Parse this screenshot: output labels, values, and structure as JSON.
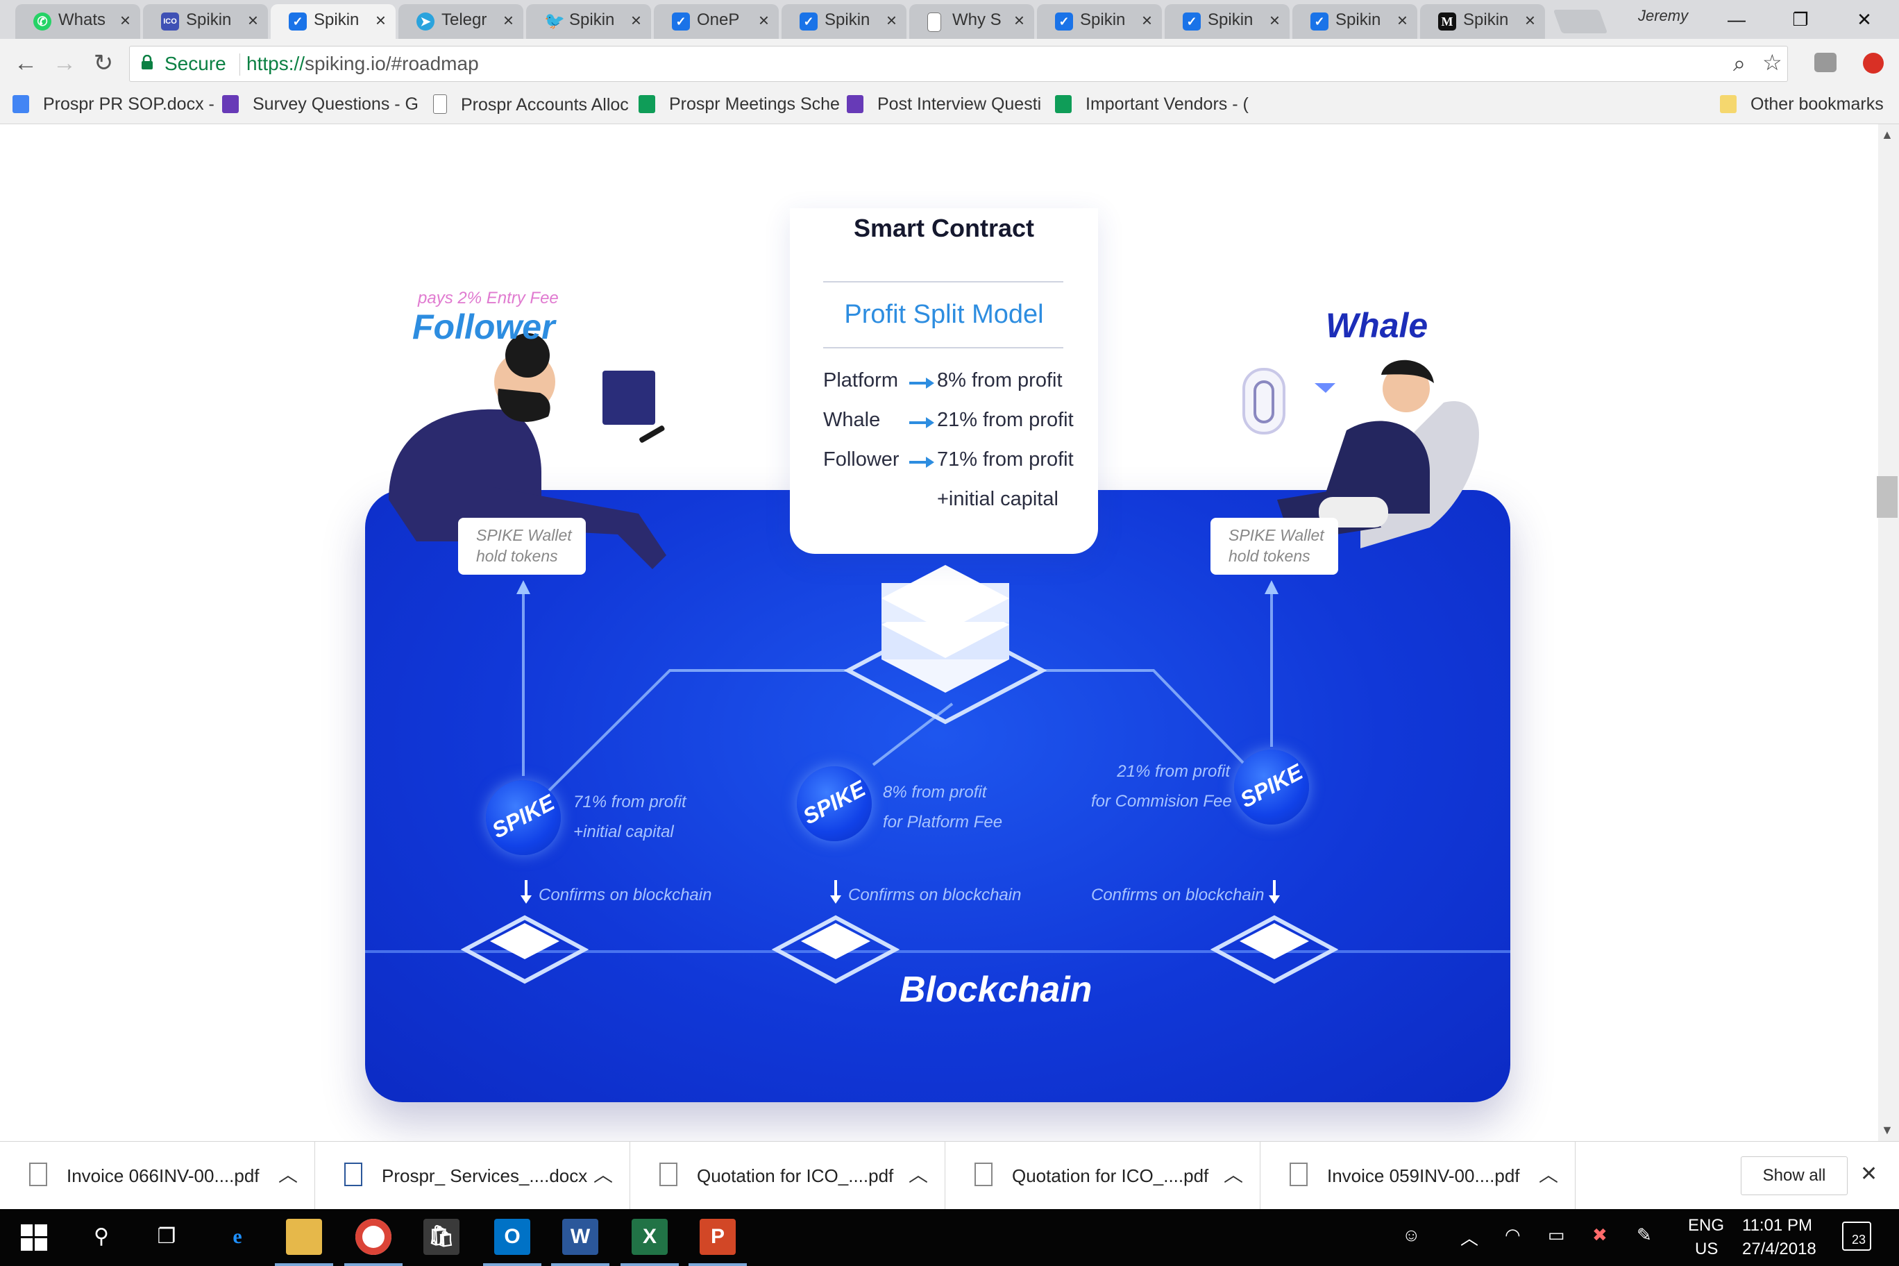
{
  "browser": {
    "tabs": [
      {
        "label": "Whats",
        "icon": "whatsapp-icon",
        "color": "#25d366",
        "active": false
      },
      {
        "label": "Spikin",
        "icon": "ico-icon",
        "color": "#3f51b5",
        "active": false
      },
      {
        "label": "Spikin",
        "icon": "checkbox-icon",
        "color": "#1a73e8",
        "active": true
      },
      {
        "label": "Telegr",
        "icon": "telegram-icon",
        "color": "#2aa3dd",
        "active": false
      },
      {
        "label": "Spikin",
        "icon": "twitter-icon",
        "color": "#1da1f2",
        "active": false
      },
      {
        "label": "OneP",
        "icon": "checkbox-icon",
        "color": "#1a73e8",
        "active": false
      },
      {
        "label": "Spikin",
        "icon": "checkbox-icon",
        "color": "#1a73e8",
        "active": false
      },
      {
        "label": "Why S",
        "icon": "document-icon",
        "color": "#ffffff",
        "active": false
      },
      {
        "label": "Spikin",
        "icon": "checkbox-icon",
        "color": "#1a73e8",
        "active": false
      },
      {
        "label": "Spikin",
        "icon": "checkbox-icon",
        "color": "#1a73e8",
        "active": false
      },
      {
        "label": "Spikin",
        "icon": "checkbox-icon",
        "color": "#1a73e8",
        "active": false
      },
      {
        "label": "Spikin",
        "icon": "medium-icon",
        "color": "#111111",
        "active": false
      }
    ],
    "profile": "Jeremy",
    "address": {
      "secure_label": "Secure",
      "url_scheme": "https://",
      "url_host": "spiking.io",
      "url_path": "/#roadmap"
    },
    "bookmarks": [
      {
        "label": "Prospr PR SOP.docx -",
        "icon": "docs-icon",
        "color": "#4285f4"
      },
      {
        "label": "Survey Questions - G",
        "icon": "forms-icon",
        "color": "#673ab7"
      },
      {
        "label": "Prospr Accounts Alloc",
        "icon": "page-icon",
        "color": "#ffffff"
      },
      {
        "label": "Prospr Meetings Sche",
        "icon": "sheets-icon",
        "color": "#0f9d58"
      },
      {
        "label": "Post Interview Questi",
        "icon": "forms-icon",
        "color": "#673ab7"
      },
      {
        "label": "Important Vendors - (",
        "icon": "sheets-icon",
        "color": "#0f9d58"
      }
    ],
    "other_bookmarks": "Other bookmarks"
  },
  "diagram": {
    "smart_contract_title": "Smart Contract",
    "profit_split_title": "Profit Split Model",
    "splits": [
      {
        "role": "Platform",
        "value": "8% from profit"
      },
      {
        "role": "Whale",
        "value": "21% from profit"
      },
      {
        "role": "Follower",
        "value": "71% from profit"
      }
    ],
    "extra_line": "+initial capital",
    "follower_fee": "pays 2% Entry Fee",
    "follower_title": "Follower",
    "whale_title": "Whale",
    "wallet_line1": "SPIKE Wallet",
    "wallet_line2": "hold tokens",
    "coin_label": "SPIKE",
    "follower_profit_1": "71% from profit",
    "follower_profit_2": "+initial capital",
    "platform_profit_1": "8% from profit",
    "platform_profit_2": "for Platform Fee",
    "whale_profit_1": "21% from profit",
    "whale_profit_2": "for Commision Fee",
    "confirms": "Confirms on blockchain",
    "blockchain_label": "Blockchain",
    "colors": {
      "panel": "#1138d8",
      "accent": "#2d8de0",
      "whale": "#1c2db8",
      "fee": "#e07ad0"
    }
  },
  "downloads": [
    {
      "name": "Invoice 066INV-00....pdf",
      "type": "pdf"
    },
    {
      "name": "Prospr_ Services_....docx",
      "type": "word"
    },
    {
      "name": "Quotation for ICO_....pdf",
      "type": "pdf"
    },
    {
      "name": "Quotation for ICO_....pdf",
      "type": "pdf"
    },
    {
      "name": "Invoice 059INV-00....pdf",
      "type": "pdf"
    }
  ],
  "download_show_all": "Show all",
  "taskbar": {
    "lang1": "ENG",
    "lang2": "US",
    "time": "11:01 PM",
    "date": "27/4/2018",
    "notifications": "23"
  }
}
